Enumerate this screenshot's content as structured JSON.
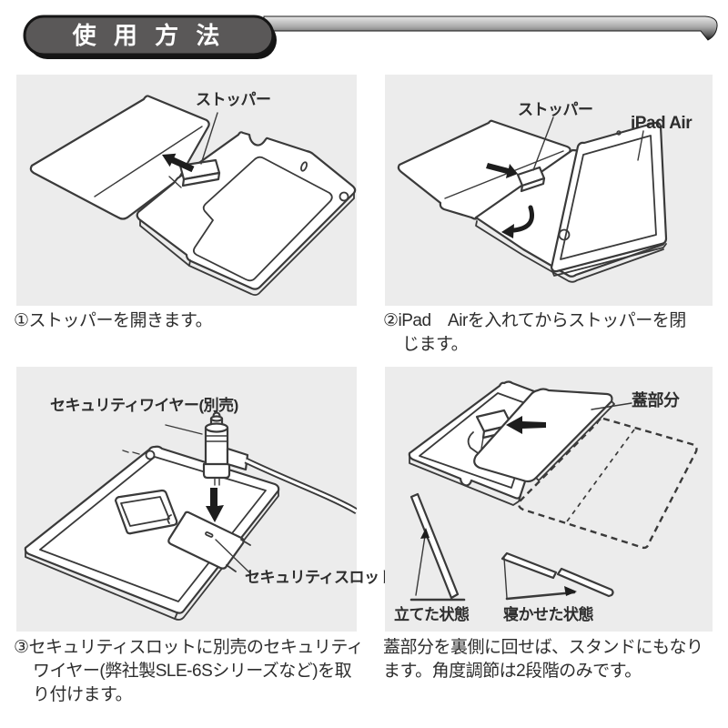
{
  "header": {
    "title": "使 用 方 法"
  },
  "panels": {
    "p1": {
      "label_stopper": "ストッパー",
      "caption_lines": [
        "①ストッパーを開きます。"
      ]
    },
    "p2": {
      "label_stopper": "ストッパー",
      "label_ipad": "iPad Air",
      "caption_lines": [
        "②iPad　Airを入れてからストッパーを閉",
        "じます。"
      ]
    },
    "p3": {
      "label_wire_lines": [
        "セキュリティ",
        "ワイヤー(別売)"
      ],
      "label_slot_lines": [
        "セキュリティ",
        "スロット"
      ],
      "caption_lines": [
        "③セキュリティスロットに別売のセキュリティ",
        "ワイヤー(弊社製SLE-6Sシリーズなど)を取",
        "り付けます。"
      ]
    },
    "p4": {
      "label_lid": "蓋部分",
      "label_standing": "立てた状態",
      "label_lying": "寝かせた状態",
      "caption_lines": [
        "蓋部分を裏側に回せば、スタンドにもなり",
        "ます。角度調節は2段階のみです。"
      ]
    }
  },
  "colors": {
    "panel_bg": "#ececec",
    "line": "#3a3a3a",
    "text": "#2d2d2d",
    "header_fill": "#5a5858",
    "header_outline": "#161616",
    "header_text": "#ffffff",
    "arrow": "#1d1d1d"
  }
}
